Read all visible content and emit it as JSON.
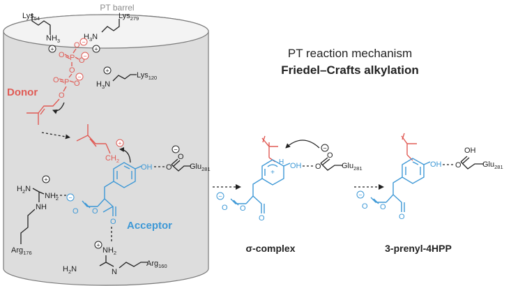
{
  "barrel": {
    "label": "PT barrel"
  },
  "title": {
    "line1": "PT reaction mechanism",
    "line2": "Friedel–Crafts alkylation"
  },
  "labels": {
    "donor": "Donor",
    "acceptor": "Acceptor",
    "sigma_complex": "σ-complex",
    "product": "3-prenyl-4HPP"
  },
  "residues": {
    "lys54": "Lys",
    "lys54_sub": "54",
    "lys279": "Lys",
    "lys279_sub": "279",
    "lys120": "Lys",
    "lys120_sub": "120",
    "glu281": "Glu",
    "glu281_sub": "281",
    "arg176": "Arg",
    "arg176_sub": "176",
    "arg160": "Arg",
    "arg160_sub": "160"
  },
  "atoms": {
    "nh3": "NH",
    "three": "3",
    "h3n": "H",
    "n": "N",
    "o": "O",
    "p": "P",
    "oh": "OH",
    "nh": "NH",
    "nh2": "NH",
    "two": "2",
    "ch2": "CH",
    "h2n": "H",
    "hn": "N",
    "plus": "+",
    "minus": "−"
  },
  "colors": {
    "donor": "#e05b55",
    "acceptor": "#3d98d6",
    "barrel": "#dddddd",
    "text": "#222222"
  }
}
